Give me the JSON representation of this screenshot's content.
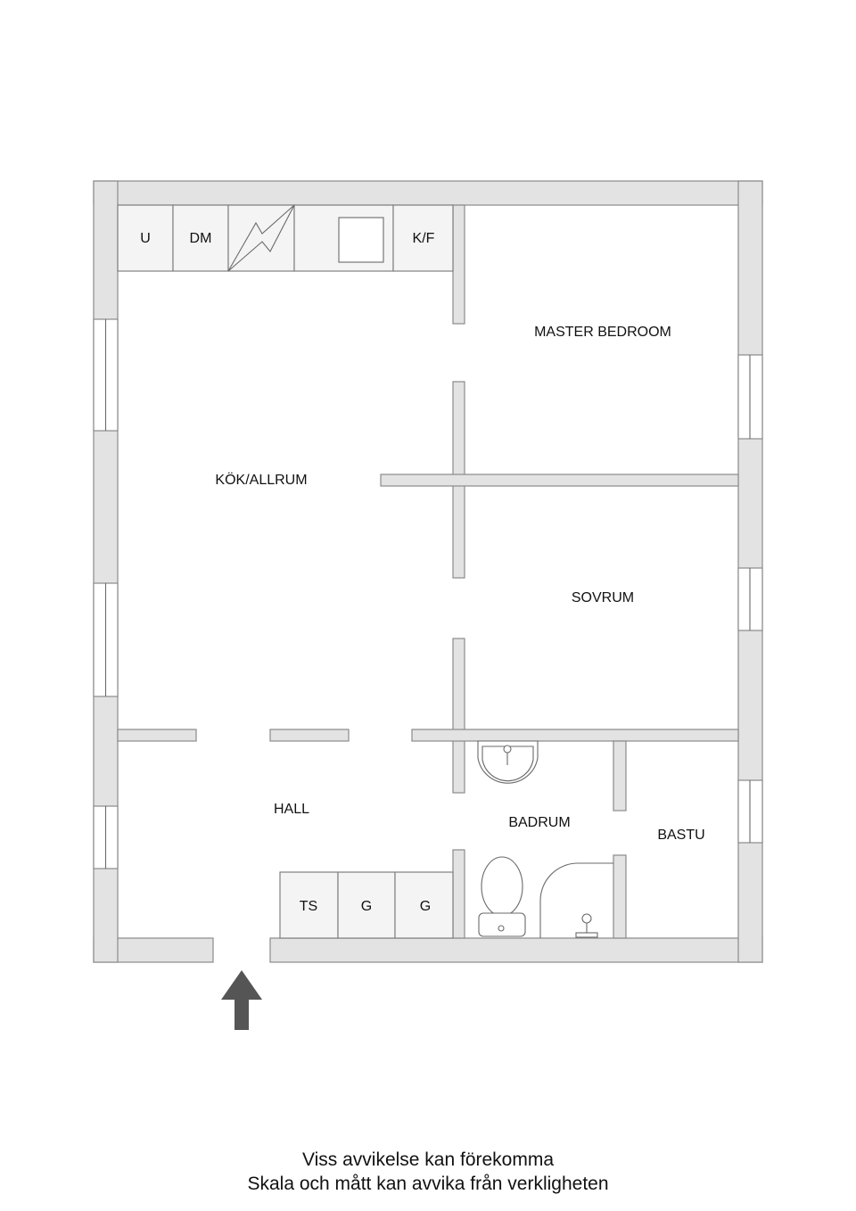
{
  "floorplan": {
    "rooms": {
      "kitchen": "KÖK/ALLRUM",
      "master_bedroom": "MASTER BEDROOM",
      "bedroom": "SOVRUM",
      "hall": "HALL",
      "bathroom": "BADRUM",
      "sauna": "BASTU"
    },
    "kitchen_units": {
      "u": "U",
      "dm": "DM",
      "kf": "K/F"
    },
    "hall_storage": {
      "ts": "TS",
      "g1": "G",
      "g2": "G"
    },
    "entrance_indicator": "arrow-up",
    "colors": {
      "wall_fill": "#e3e3e3",
      "wall_stroke": "#8a8a8a",
      "cabinet_fill": "#f4f4f4",
      "arrow": "#555555"
    }
  },
  "disclaimer": {
    "line1": "Viss avvikelse kan förekomma",
    "line2": "Skala och mått kan avvika från verkligheten"
  }
}
